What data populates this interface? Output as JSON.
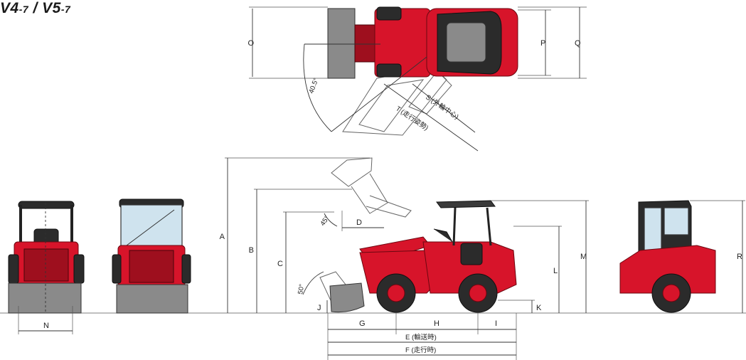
{
  "title": {
    "main": "V4",
    "main_sub": "-7",
    "separator": " / ",
    "second": "V5",
    "second_sub": "-7"
  },
  "labels": {
    "A": "A",
    "B": "B",
    "C": "C",
    "D": "D",
    "E": "E (輸送時)",
    "F": "F (走行時)",
    "G": "G",
    "H": "H",
    "I": "I",
    "J": "J",
    "K": "K",
    "L": "L",
    "M": "M",
    "N": "N",
    "O": "O",
    "P": "P",
    "Q": "Q",
    "R": "R",
    "S": "S (外輪中心)",
    "T": "T (走行姿勢)"
  },
  "angles": {
    "steer": "40.5°",
    "dump": "45°",
    "rollback": "50°"
  },
  "colors": {
    "body": "#d7142a",
    "dark_red": "#9e0f1e",
    "tire": "#2b2b2b",
    "bucket": "#8a8a8a",
    "glass": "#cfe3ee",
    "line": "#333333"
  }
}
